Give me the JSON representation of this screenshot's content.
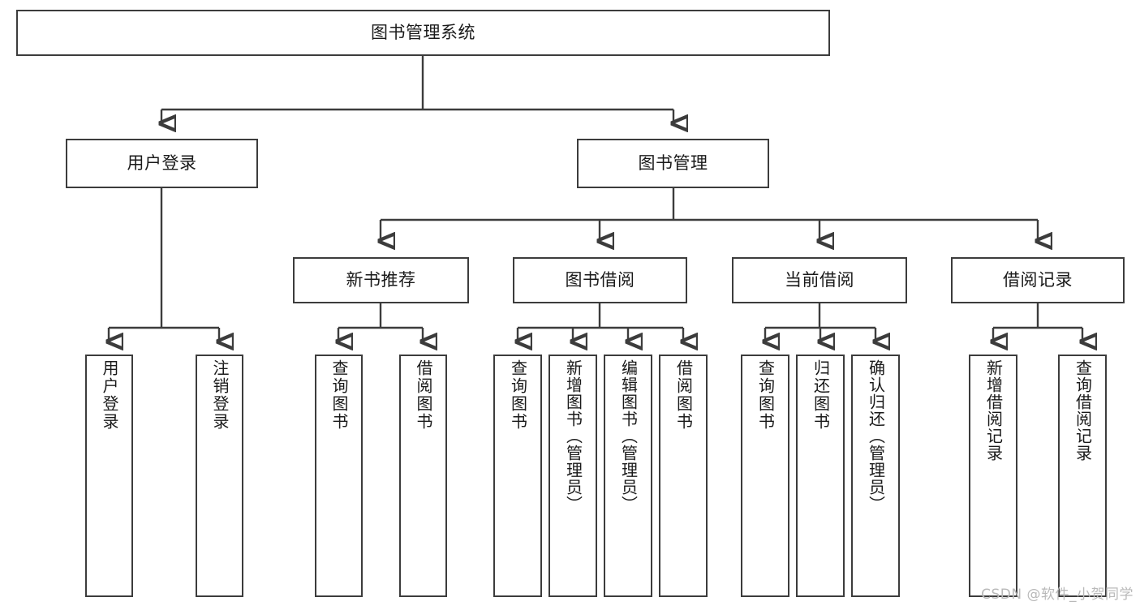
{
  "diagram": {
    "title": "图书管理系统",
    "type": "hierarchy-tree",
    "root": {
      "id": "root",
      "label": "图书管理系统"
    },
    "level2": [
      {
        "id": "user-login",
        "label": "用户登录"
      },
      {
        "id": "book-management",
        "label": "图书管理"
      }
    ],
    "level3": [
      {
        "id": "new-book-recommend",
        "label": "新书推荐",
        "parent": "book-management"
      },
      {
        "id": "book-borrow",
        "label": "图书借阅",
        "parent": "book-management"
      },
      {
        "id": "current-borrow",
        "label": "当前借阅",
        "parent": "book-management"
      },
      {
        "id": "borrow-record",
        "label": "借阅记录",
        "parent": "book-management"
      }
    ],
    "leaves": {
      "user_login": [
        {
          "id": "leaf-user-login",
          "label": "用户登录"
        },
        {
          "id": "leaf-logout",
          "label": "注销登录"
        }
      ],
      "new_book_recommend": [
        {
          "id": "leaf-query-book-1",
          "label": "查询图书"
        },
        {
          "id": "leaf-borrow-book-1",
          "label": "借阅图书"
        }
      ],
      "book_borrow": [
        {
          "id": "leaf-query-book-2",
          "label": "查询图书"
        },
        {
          "id": "leaf-add-book",
          "label": "新增图书（管理员）"
        },
        {
          "id": "leaf-edit-book",
          "label": "编辑图书（管理员）"
        },
        {
          "id": "leaf-borrow-book-2",
          "label": "借阅图书"
        }
      ],
      "current_borrow": [
        {
          "id": "leaf-query-book-3",
          "label": "查询图书"
        },
        {
          "id": "leaf-return-book",
          "label": "归还图书"
        },
        {
          "id": "leaf-confirm-return",
          "label": "确认归还（管理员）"
        }
      ],
      "borrow_record": [
        {
          "id": "leaf-add-record",
          "label": "新增借阅记录"
        },
        {
          "id": "leaf-query-record",
          "label": "查询借阅记录"
        }
      ]
    }
  },
  "watermark": {
    "text": "CSDN @软件_小贺同学"
  },
  "colors": {
    "stroke": "#3c3c3c",
    "text": "#1a1a1a",
    "background": "#ffffff",
    "watermark": "#b9b9b9"
  }
}
